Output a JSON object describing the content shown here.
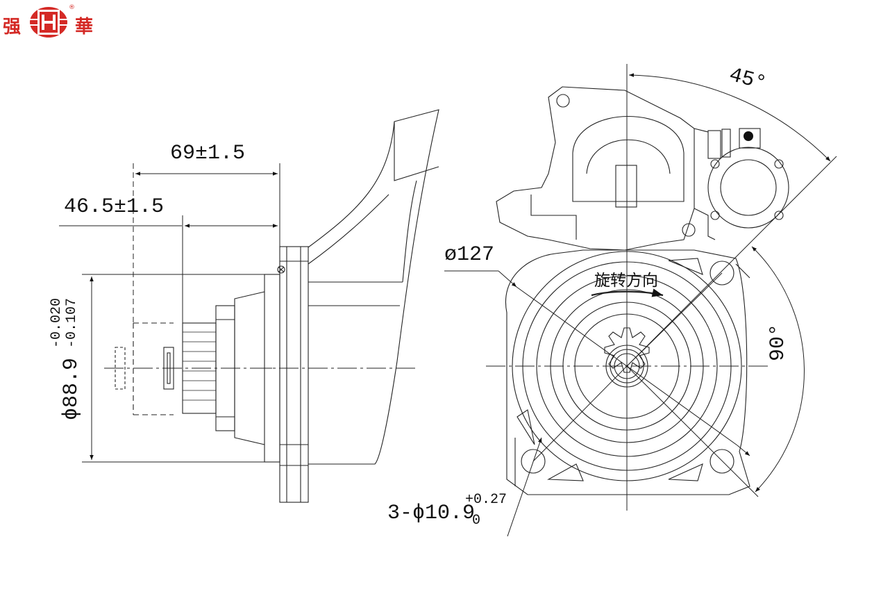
{
  "brand": {
    "name_left": "强",
    "name_right": "華",
    "logo_letter": "H",
    "registered_mark": "®",
    "color": "#d42a26"
  },
  "side_view": {
    "dim_length_total": "69±1.5",
    "dim_length_pinion": "46.5±1.5",
    "dim_pilot_diameter": "ϕ88.9",
    "dim_pilot_tol_upper": "-0.020",
    "dim_pilot_tol_lower": "-0.107"
  },
  "end_view": {
    "dim_flange_circle": "ø127",
    "dim_angle_top": "45°",
    "dim_angle_right": "90°",
    "rotation_label": "旋转方向",
    "dim_holes": "3-ϕ10.9",
    "dim_holes_tol_upper": "+0.27",
    "dim_holes_tol_lower": "0"
  }
}
